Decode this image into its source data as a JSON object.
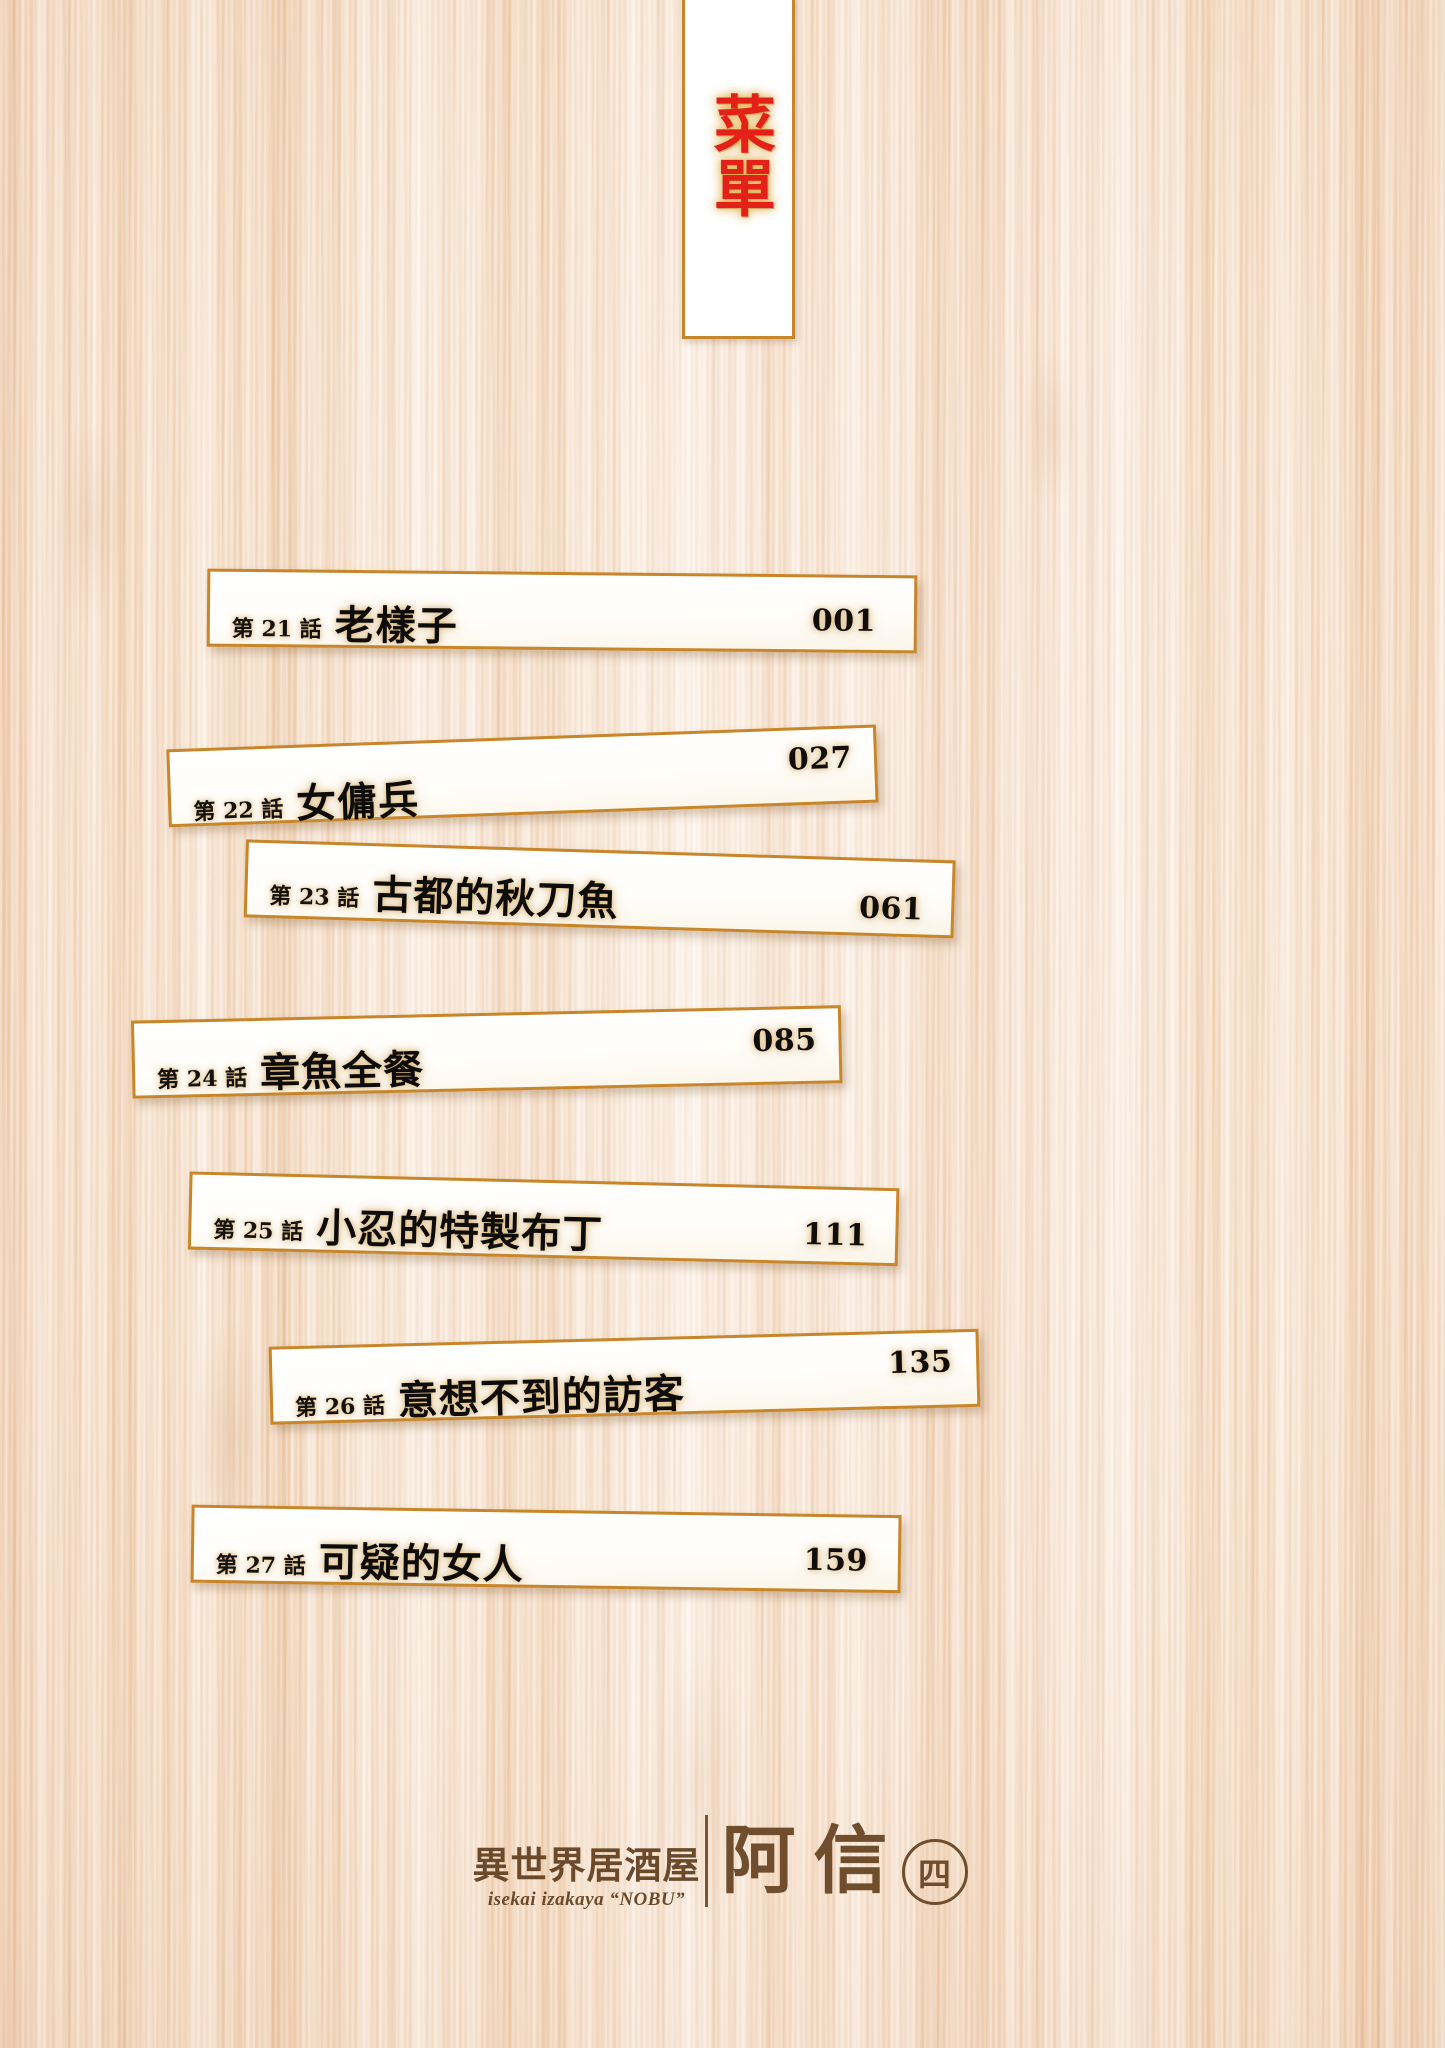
{
  "page": {
    "background": "wood-grain",
    "wood_color": "#f5d6b9"
  },
  "title_banner": {
    "text": "菜單",
    "color": "#e32119",
    "border_color": "#c8862a",
    "background": "#ffffff"
  },
  "toc": {
    "entries": [
      {
        "chapter_no": "第 21 話",
        "title": "老樣子",
        "page": "001"
      },
      {
        "chapter_no": "第 22 話",
        "title": "女傭兵",
        "page": "027"
      },
      {
        "chapter_no": "第 23 話",
        "title": "古都的秋刀魚",
        "page": "061"
      },
      {
        "chapter_no": "第 24 話",
        "title": "章魚全餐",
        "page": "085"
      },
      {
        "chapter_no": "第 25 話",
        "title": "小忍的特製布丁",
        "page": "111"
      },
      {
        "chapter_no": "第 26 話",
        "title": "意想不到的訪客",
        "page": "135"
      },
      {
        "chapter_no": "第 27 話",
        "title": "可疑的女人",
        "page": "159"
      }
    ]
  },
  "footer": {
    "series_jp": "異世界居酒屋",
    "series_romaji": "isekai izakaya “NOBU”",
    "brush_1": "阿",
    "brush_2": "信",
    "volume": "四",
    "color": "#6f4d2d"
  }
}
